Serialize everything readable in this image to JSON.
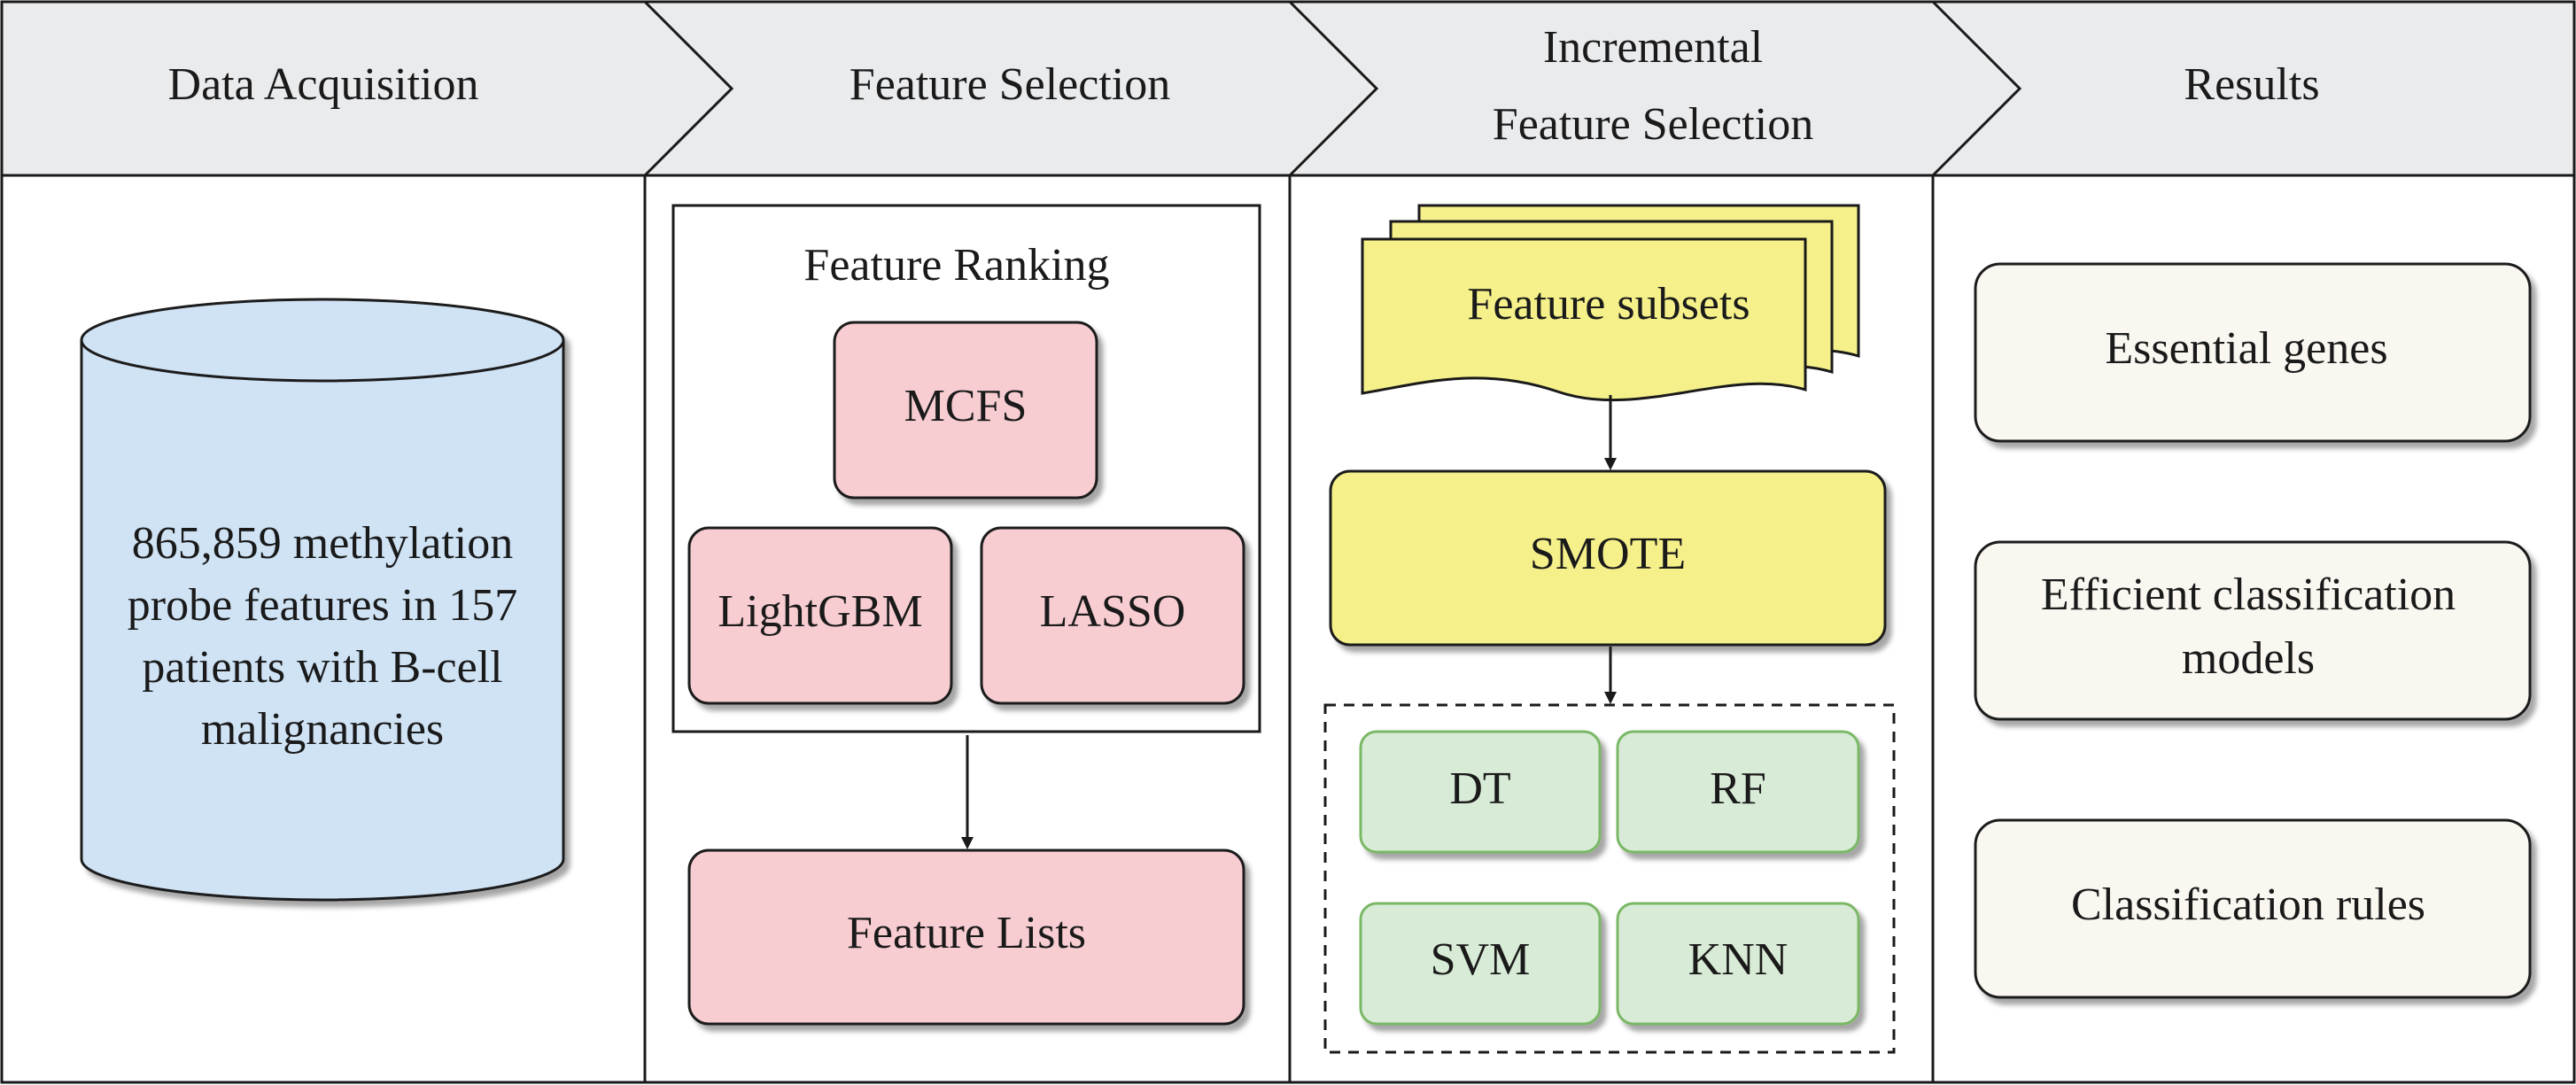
{
  "colors": {
    "header_fill": "#eaebed",
    "line": "#1a1a1a",
    "cylinder_fill": "#cfe3f5",
    "pink_fill": "#f7cdd2",
    "yellow_fill": "#f5f08a",
    "green_fill": "#d8ebd6",
    "green_stroke": "#7ab866",
    "cream_fill": "#f9f7f0"
  },
  "stages": [
    {
      "title_lines": [
        "Data Acquisition"
      ]
    },
    {
      "title_lines": [
        "Feature Selection"
      ]
    },
    {
      "title_lines": [
        "Incremental",
        "Feature Selection"
      ]
    },
    {
      "title_lines": [
        "Results"
      ]
    }
  ],
  "data_acquisition": {
    "database_lines": [
      "865,859 methylation",
      "probe features in 157",
      "patients with B-cell",
      "malignancies"
    ]
  },
  "feature_selection": {
    "ranking_title": "Feature Ranking",
    "methods": [
      "MCFS",
      "LightGBM",
      "LASSO"
    ],
    "output": "Feature Lists"
  },
  "incremental": {
    "subsets_label": "Feature subsets",
    "smote_label": "SMOTE",
    "classifiers": [
      "DT",
      "RF",
      "SVM",
      "KNN"
    ]
  },
  "results": {
    "items": [
      [
        "Essential genes"
      ],
      [
        "Efficient classification",
        "models"
      ],
      [
        "Classification rules"
      ]
    ]
  }
}
